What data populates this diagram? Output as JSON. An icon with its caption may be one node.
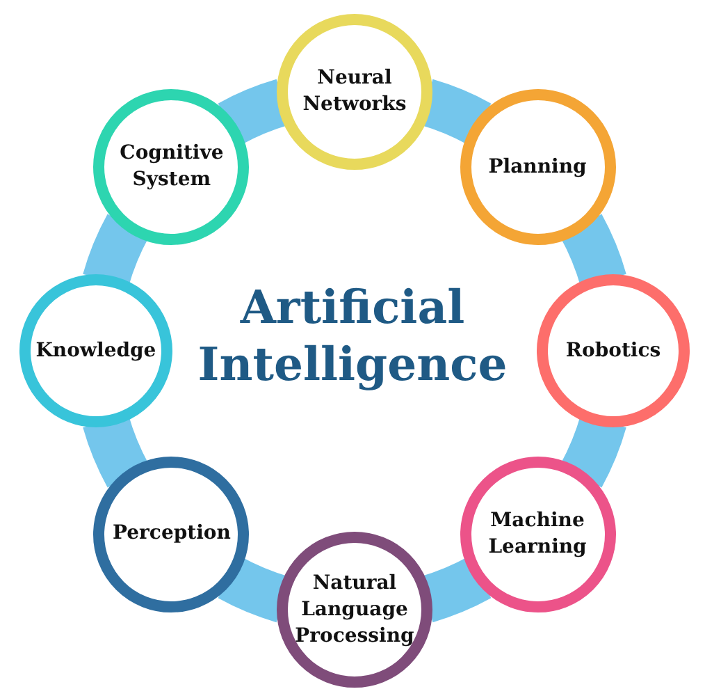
{
  "diagram": {
    "title": "Artificial Intelligence",
    "nodes": [
      {
        "text": [
          "Neural Networks"
        ]
      },
      {
        "text": [
          "Planning"
        ]
      },
      {
        "text": [
          "Robotics"
        ]
      },
      {
        "text": [
          "Machine Learning"
        ]
      },
      {
        "text": [
          "Natural Language Processing"
        ]
      },
      {
        "text": [
          "Perception"
        ]
      },
      {
        "text": [
          "Knowledge"
        ]
      },
      {
        "text": [
          "Cognitive System"
        ]
      }
    ],
    "edges": [
      {
        "from": 0,
        "to": 1,
        "arrow": "none"
      },
      {
        "from": 1,
        "to": 2,
        "arrow": "none"
      },
      {
        "from": 2,
        "to": 3,
        "arrow": "none"
      },
      {
        "from": 3,
        "to": 4,
        "arrow": "none"
      },
      {
        "from": 4,
        "to": 5,
        "arrow": "none"
      },
      {
        "from": 5,
        "to": 6,
        "arrow": "none"
      },
      {
        "from": 6,
        "to": 7,
        "arrow": "none"
      },
      {
        "from": 7,
        "to": 0,
        "arrow": "none"
      }
    ]
  }
}
